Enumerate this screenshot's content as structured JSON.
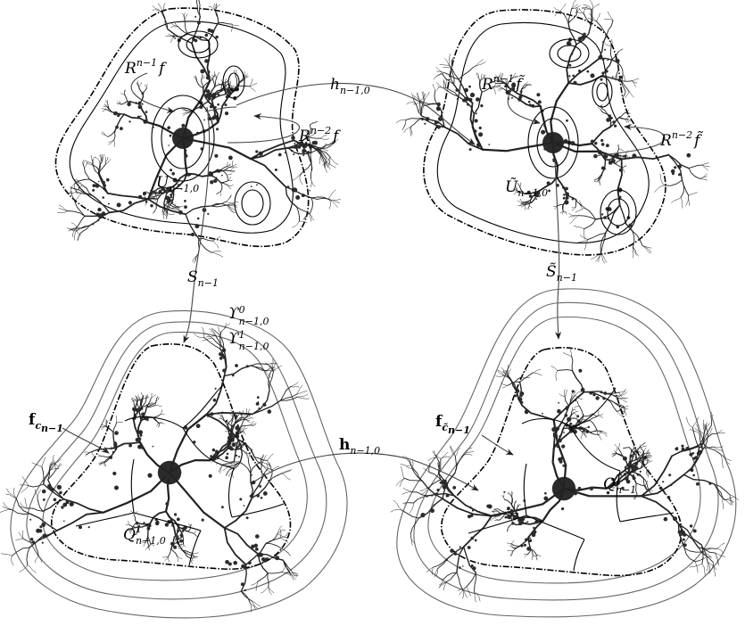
{
  "panels": {
    "top_left": {
      "U": "U",
      "U_sub": "n−1,0"
    },
    "top_right": {
      "U": "Ũ",
      "U_sub": "n−1,0"
    },
    "bottom_left": {
      "Q": "Q",
      "Q_sup": "1",
      "Q_sub": "n−1,0"
    },
    "bottom_right": {
      "Q": "Q",
      "Q_sup": "1",
      "Q_sub": "n−1"
    }
  },
  "maps": {
    "R1_left": {
      "base": "R",
      "sup": "n−1",
      "tail": "f"
    },
    "R2_left": {
      "base": "R",
      "sup": "n−2",
      "tail": "f"
    },
    "R1_right": {
      "base": "R",
      "sup": "n−1",
      "tail": "f̃"
    },
    "R2_right": {
      "base": "R",
      "sup": "n−2",
      "tail": "f̃"
    },
    "h_top": {
      "base": "h",
      "sub": "n−1,0"
    },
    "S_left": {
      "base": "S",
      "sub": "n−1"
    },
    "S_right": {
      "base": "S̃",
      "sub": "n−1"
    },
    "h_bottom": {
      "base": "h",
      "sub": "n−1,0"
    },
    "f_left": {
      "base": "f",
      "sub": "c",
      "subsub": "n−1"
    },
    "f_right": {
      "base": "f",
      "sub": "c̃",
      "subsub": "n−1"
    },
    "Y0": {
      "base": "ϒ",
      "sup": "0",
      "sub": "n−1,0"
    },
    "Y1": {
      "base": "ϒ",
      "sup": "1",
      "sub": "n−1,0"
    }
  }
}
